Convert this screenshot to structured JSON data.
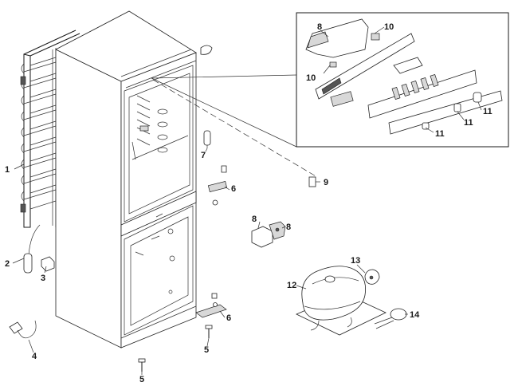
{
  "callouts": [
    {
      "id": "1",
      "text": "1"
    },
    {
      "id": "2",
      "text": "2"
    },
    {
      "id": "3",
      "text": "3"
    },
    {
      "id": "4",
      "text": "4"
    },
    {
      "id": "5a",
      "text": "5"
    },
    {
      "id": "5b",
      "text": "5"
    },
    {
      "id": "6a",
      "text": "6"
    },
    {
      "id": "6b",
      "text": "6"
    },
    {
      "id": "7",
      "text": "7"
    },
    {
      "id": "8a",
      "text": "8"
    },
    {
      "id": "8b",
      "text": "8"
    },
    {
      "id": "8c",
      "text": "8"
    },
    {
      "id": "9",
      "text": "9"
    },
    {
      "id": "10a",
      "text": "10"
    },
    {
      "id": "10b",
      "text": "10"
    },
    {
      "id": "11a",
      "text": "11"
    },
    {
      "id": "11b",
      "text": "11"
    },
    {
      "id": "11c",
      "text": "11"
    },
    {
      "id": "12",
      "text": "12"
    },
    {
      "id": "13",
      "text": "13"
    },
    {
      "id": "14",
      "text": "14"
    }
  ]
}
